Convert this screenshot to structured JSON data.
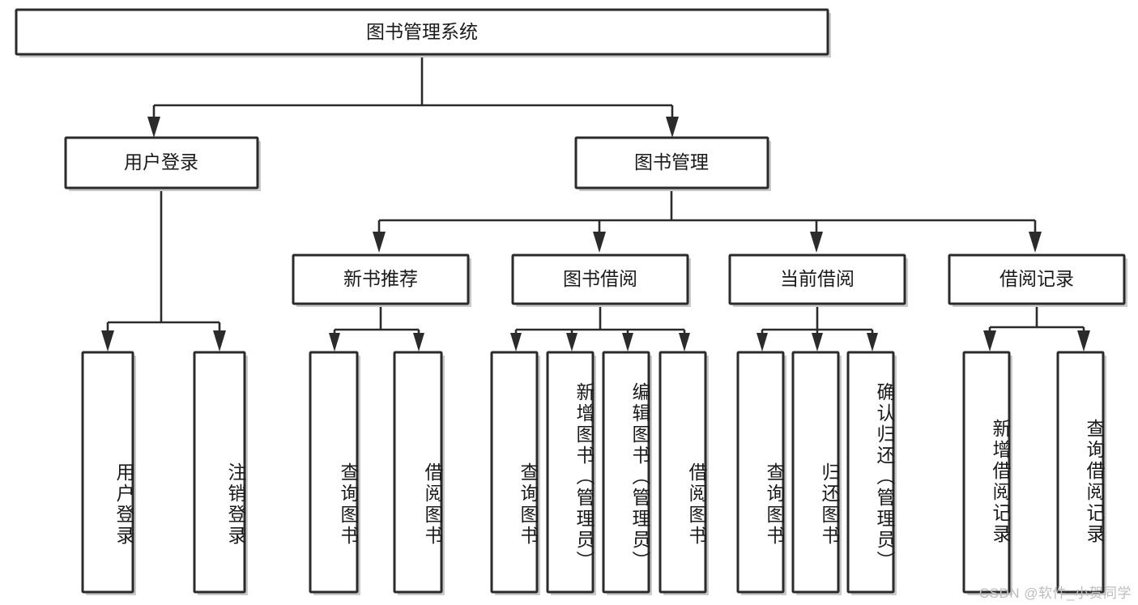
{
  "diagram": {
    "type": "tree",
    "title": "图书管理系统",
    "watermark": "CSDN @软件_小贺同学",
    "colors": {
      "node_border": "#2b2b2b",
      "node_fill": "#ffffff",
      "link": "#2b2b2b",
      "watermark": "#bdbdbd",
      "background": "#ffffff"
    },
    "levels": {
      "root": {
        "label": "图书管理系统"
      },
      "level2": [
        {
          "id": "user-login",
          "label": "用户登录"
        },
        {
          "id": "book-management",
          "label": "图书管理"
        }
      ],
      "level3": [
        {
          "id": "new-book-recommend",
          "label": "新书推荐",
          "parent": "book-management"
        },
        {
          "id": "book-borrow",
          "label": "图书借阅",
          "parent": "book-management"
        },
        {
          "id": "current-borrow",
          "label": "当前借阅",
          "parent": "book-management"
        },
        {
          "id": "borrow-record",
          "label": "借阅记录",
          "parent": "book-management"
        }
      ],
      "leaves": [
        {
          "id": "leaf-user-login",
          "label": "用户登录",
          "parent": "user-login"
        },
        {
          "id": "leaf-logout",
          "label": "注销登录",
          "parent": "user-login"
        },
        {
          "id": "leaf-query-book-1",
          "label": "查询图书",
          "parent": "new-book-recommend"
        },
        {
          "id": "leaf-borrow-book-1",
          "label": "借阅图书",
          "parent": "new-book-recommend"
        },
        {
          "id": "leaf-query-book-2",
          "label": "查询图书",
          "parent": "book-borrow"
        },
        {
          "id": "leaf-add-book",
          "label": "新增图书（管理员）",
          "parent": "book-borrow"
        },
        {
          "id": "leaf-edit-book",
          "label": "编辑图书（管理员）",
          "parent": "book-borrow"
        },
        {
          "id": "leaf-borrow-book-2",
          "label": "借阅图书",
          "parent": "book-borrow"
        },
        {
          "id": "leaf-query-book-3",
          "label": "查询图书",
          "parent": "current-borrow"
        },
        {
          "id": "leaf-return-book",
          "label": "归还图书",
          "parent": "current-borrow"
        },
        {
          "id": "leaf-confirm-return",
          "label": "确认归还（管理员）",
          "parent": "current-borrow"
        },
        {
          "id": "leaf-add-record",
          "label": "新增借阅记录",
          "parent": "borrow-record"
        },
        {
          "id": "leaf-query-record",
          "label": "查询借阅记录",
          "parent": "borrow-record"
        }
      ]
    }
  }
}
